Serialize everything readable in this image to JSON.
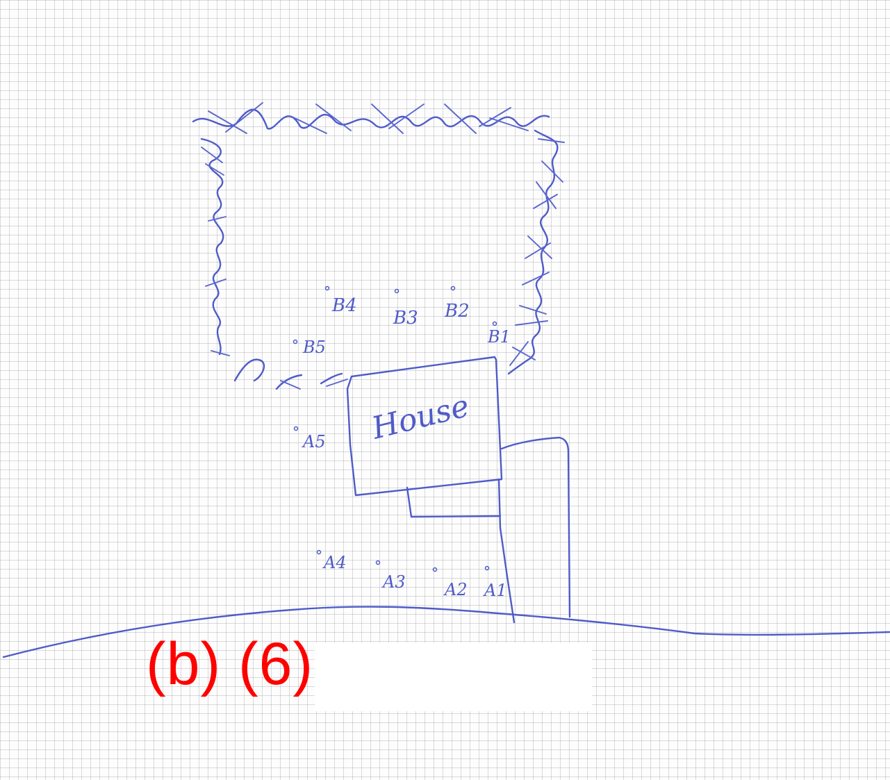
{
  "part_label": {
    "part": "(b)",
    "marks": "(6)"
  },
  "house_label": "House",
  "points": {
    "B1": "B1",
    "B2": "B2",
    "B3": "B3",
    "B4": "B4",
    "B5": "B5",
    "A1": "A1",
    "A2": "A2",
    "A3": "A3",
    "A4": "A4",
    "A5": "A5"
  },
  "colors": {
    "ink": "#4f5bc8",
    "label_red": "#ff0000",
    "grid": "#bdbdbd"
  }
}
